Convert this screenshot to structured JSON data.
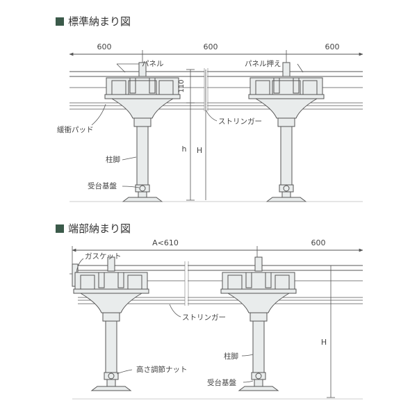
{
  "sections": {
    "standard": {
      "title": "標準納まり図",
      "dims": {
        "left": "600",
        "middle": "600",
        "right": "600",
        "height_top": "110",
        "h": "h",
        "H": "H"
      },
      "labels": {
        "panel": "パネル",
        "panel_holder": "パネル押え",
        "cushion_pad": "緩衝パッド",
        "stringer": "ストリンガー",
        "pedestal": "柱脚",
        "base_plate": "受台基盤"
      }
    },
    "edge": {
      "title": "端部納まり図",
      "dims": {
        "left": "A<610",
        "right": "600",
        "H": "H"
      },
      "labels": {
        "gasket": "ガスケット",
        "stringer": "ストリンガー",
        "pedestal": "柱脚",
        "height_nut": "高さ調節ナット",
        "base_plate": "受台基盤"
      }
    }
  },
  "colors": {
    "line": "#555555",
    "fill": "#e9ecec",
    "title_square": "#3b5a4a"
  }
}
